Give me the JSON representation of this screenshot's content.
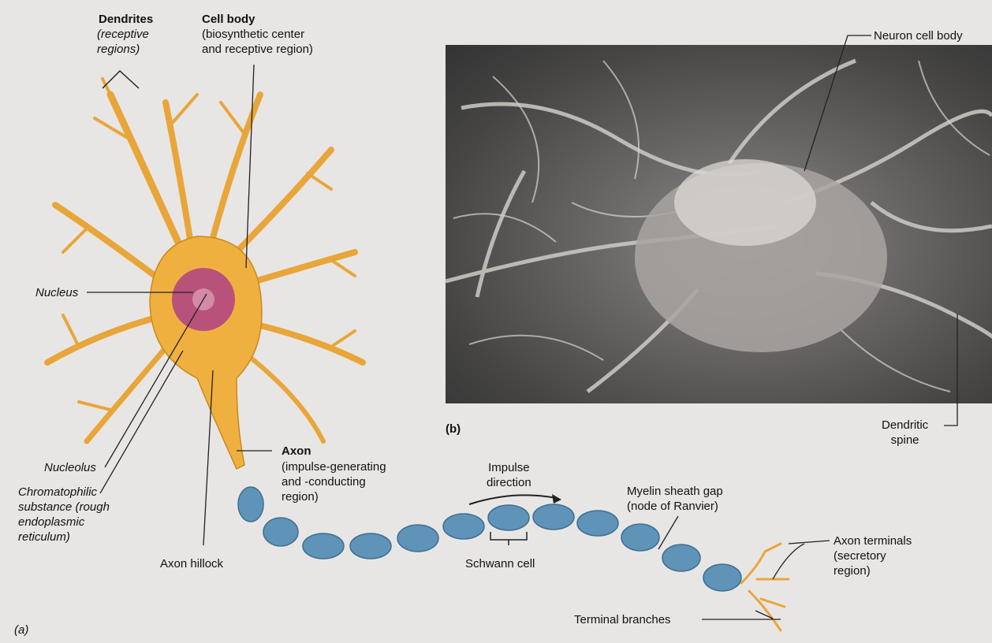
{
  "labels": {
    "dendrites": "Dendrites",
    "dendrites_sub": "(receptive\nregions)",
    "cell_body": "Cell body",
    "cell_body_sub": "(biosynthetic center\nand receptive region)",
    "nucleus": "Nucleus",
    "nucleolus": "Nucleolus",
    "chromatophilic": "Chromatophilic\nsubstance (rough\nendoplasmic\nreticulum)",
    "axon_hillock": "Axon hillock",
    "axon": "Axon",
    "axon_sub": "(impulse-generating\nand -conducting\nregion)",
    "impulse_direction": "Impulse\ndirection",
    "schwann_cell": "Schwann cell",
    "myelin_gap": "Myelin sheath gap\n(node of Ranvier)",
    "axon_terminals": "Axon terminals\n(secretory\nregion)",
    "terminal_branches": "Terminal branches",
    "neuron_cell_body": "Neuron cell body",
    "dendritic_spine": "Dendritic\nspine",
    "panel_a": "(a)",
    "panel_b": "(b)"
  },
  "colors": {
    "neuron_body": "#f0b040",
    "neuron_outline": "#c88a1c",
    "nucleus": "#b8527a",
    "myelin": "#5f93b8",
    "leader_line": "#222222"
  }
}
